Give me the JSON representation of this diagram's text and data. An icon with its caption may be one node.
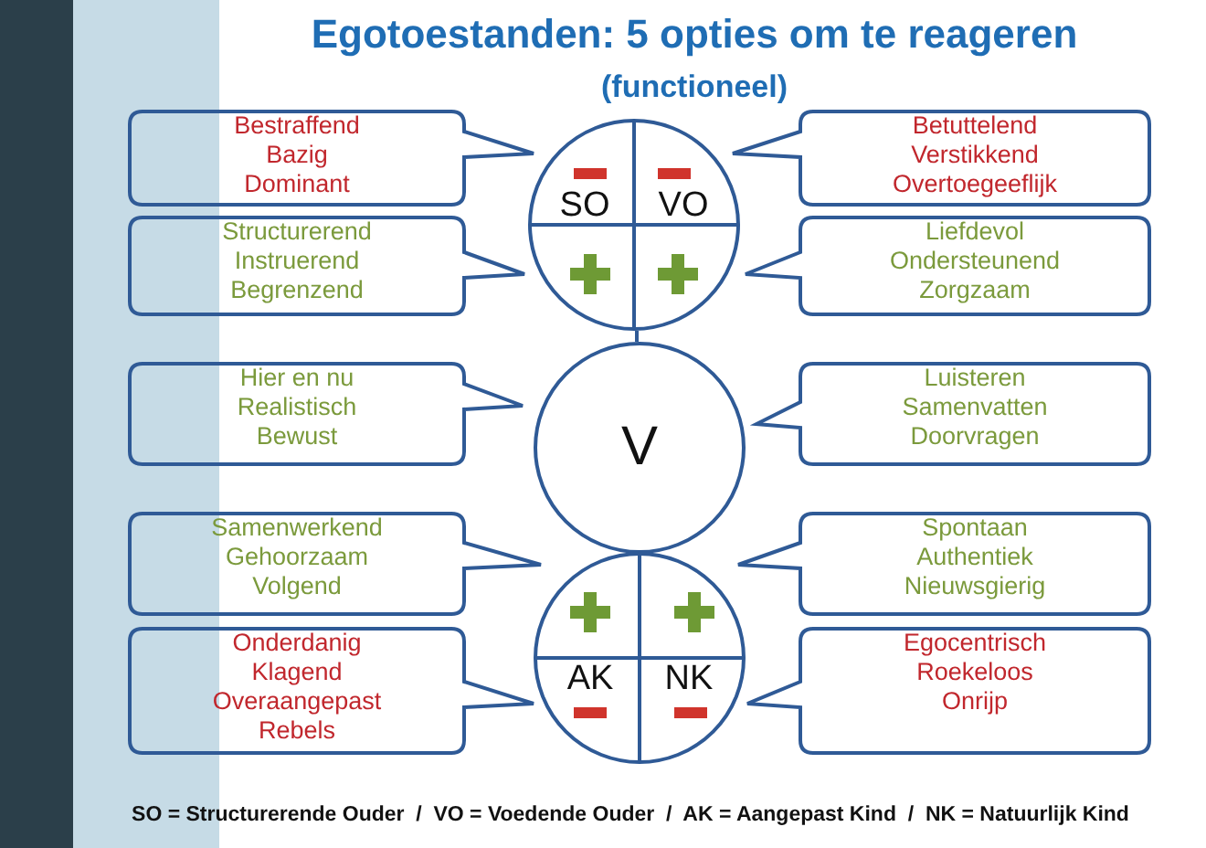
{
  "diagram": {
    "title": "Egotoestanden: 5 opties om te reageren",
    "caption": "SO = Structurerende Ouder  /  VO = Voedende Ouder  /  AK = Aangepast Kind  /  NK = Natuurlijk Kind",
    "labels": [
      "(functioneel)"
    ],
    "nodes": [
      {
        "text": [
          "Bestraffend",
          "Bazig",
          "Dominant"
        ]
      },
      {
        "text": [
          "SO",
          "VO"
        ]
      },
      {
        "text": [
          "Betuttelend",
          "Verstikkend",
          "Overtoegeeflijk"
        ]
      },
      {
        "text": [
          "Structurerend",
          "Instruerend",
          "Begrenzend"
        ]
      },
      {
        "text": [
          "Liefdevol",
          "Ondersteunend",
          "Zorgzaam"
        ]
      },
      {
        "text": [
          "Hier en nu",
          "Realistisch",
          "Bewust"
        ]
      },
      {
        "text": [
          "V"
        ]
      },
      {
        "text": [
          "Luisteren",
          "Samenvatten",
          "Doorvragen"
        ]
      },
      {
        "text": [
          "Samenwerkend",
          "Gehoorzaam",
          "Volgend"
        ]
      },
      {
        "text": [
          "AK",
          "NK"
        ]
      },
      {
        "text": [
          "Spontaan",
          "Authentiek",
          "Nieuwsgierig"
        ]
      },
      {
        "text": [
          "Onderdanig",
          "Klagend",
          "Overaangepast",
          "Rebels"
        ]
      },
      {
        "text": [
          "Egocentrisch",
          "Roekeloos",
          "Onrijp"
        ]
      }
    ],
    "edges": [
      {
        "from": 1,
        "to": 6,
        "arrow": "none"
      }
    ]
  }
}
